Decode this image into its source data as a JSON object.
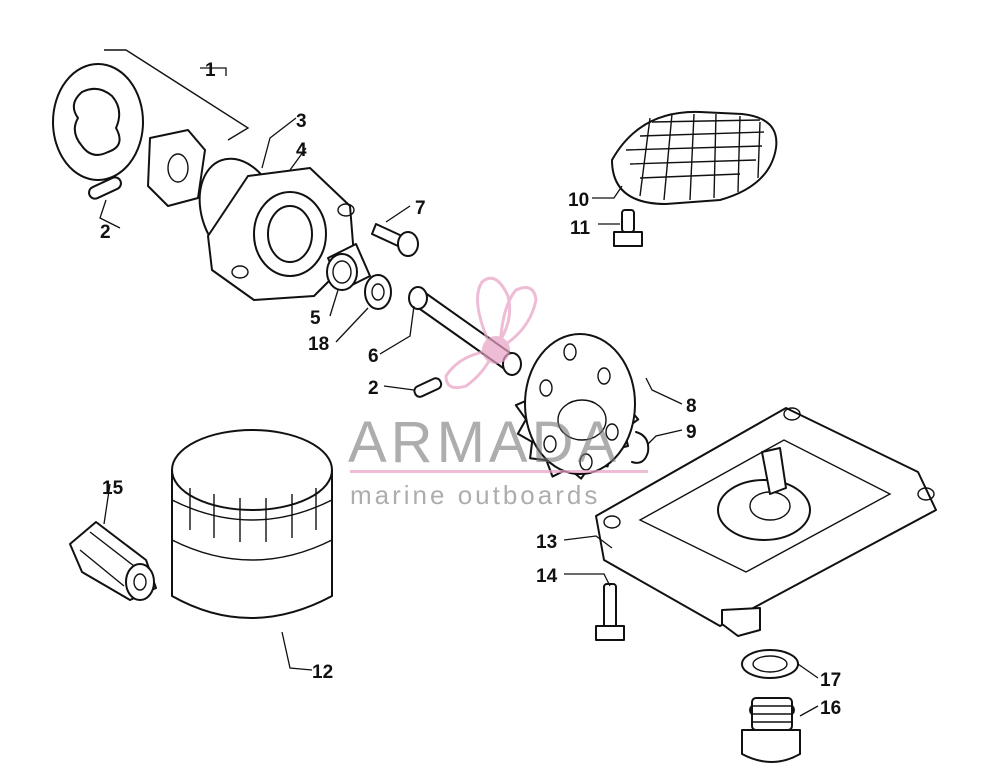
{
  "diagram": {
    "callouts": [
      "1",
      "2",
      "3",
      "4",
      "7",
      "5",
      "18",
      "6",
      "2",
      "8",
      "9",
      "10",
      "11",
      "13",
      "14",
      "15",
      "12",
      "17",
      "16"
    ]
  },
  "watermark": {
    "brand": "ARMADA",
    "tagline": "marine outboards",
    "logo": "propeller-logo",
    "accent": "#e8a0c4",
    "text_color": "#777777"
  },
  "colors": {
    "line": "#111111",
    "background": "#ffffff"
  }
}
